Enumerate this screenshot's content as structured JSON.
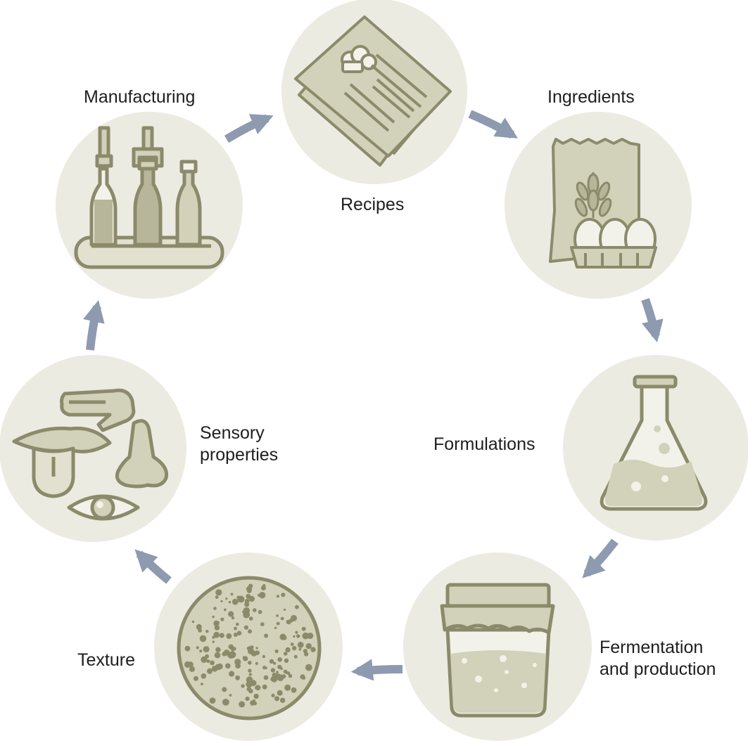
{
  "colors": {
    "circle_fill": "#ecebe2",
    "icon_fill": "#d2d1b9",
    "icon_fill_dark": "#b7b69a",
    "icon_stroke": "#8b8a6a",
    "arrow": "#8d9ab0",
    "text": "#1e1e1e"
  },
  "stages": [
    {
      "id": "recipes",
      "label_lines": [
        "Recipes"
      ],
      "icon": "recipe-documents-icon"
    },
    {
      "id": "ingredients",
      "label_lines": [
        "Ingredients"
      ],
      "icon": "flour-sack-eggs-icon"
    },
    {
      "id": "formulations",
      "label_lines": [
        "Formulations"
      ],
      "icon": "erlenmeyer-flask-icon"
    },
    {
      "id": "fermentation",
      "label_lines": [
        "Fermentation",
        "and production"
      ],
      "icon": "fermentation-jar-icon"
    },
    {
      "id": "texture",
      "label_lines": [
        "Texture"
      ],
      "icon": "porous-texture-icon"
    },
    {
      "id": "sensory",
      "label_lines": [
        "Sensory",
        "properties"
      ],
      "icon": "senses-icon"
    },
    {
      "id": "manufacturing",
      "label_lines": [
        "Manufacturing"
      ],
      "icon": "bottling-line-icon"
    }
  ],
  "flow": [
    "recipes",
    "ingredients",
    "formulations",
    "fermentation",
    "texture",
    "sensory",
    "manufacturing",
    "recipes"
  ]
}
